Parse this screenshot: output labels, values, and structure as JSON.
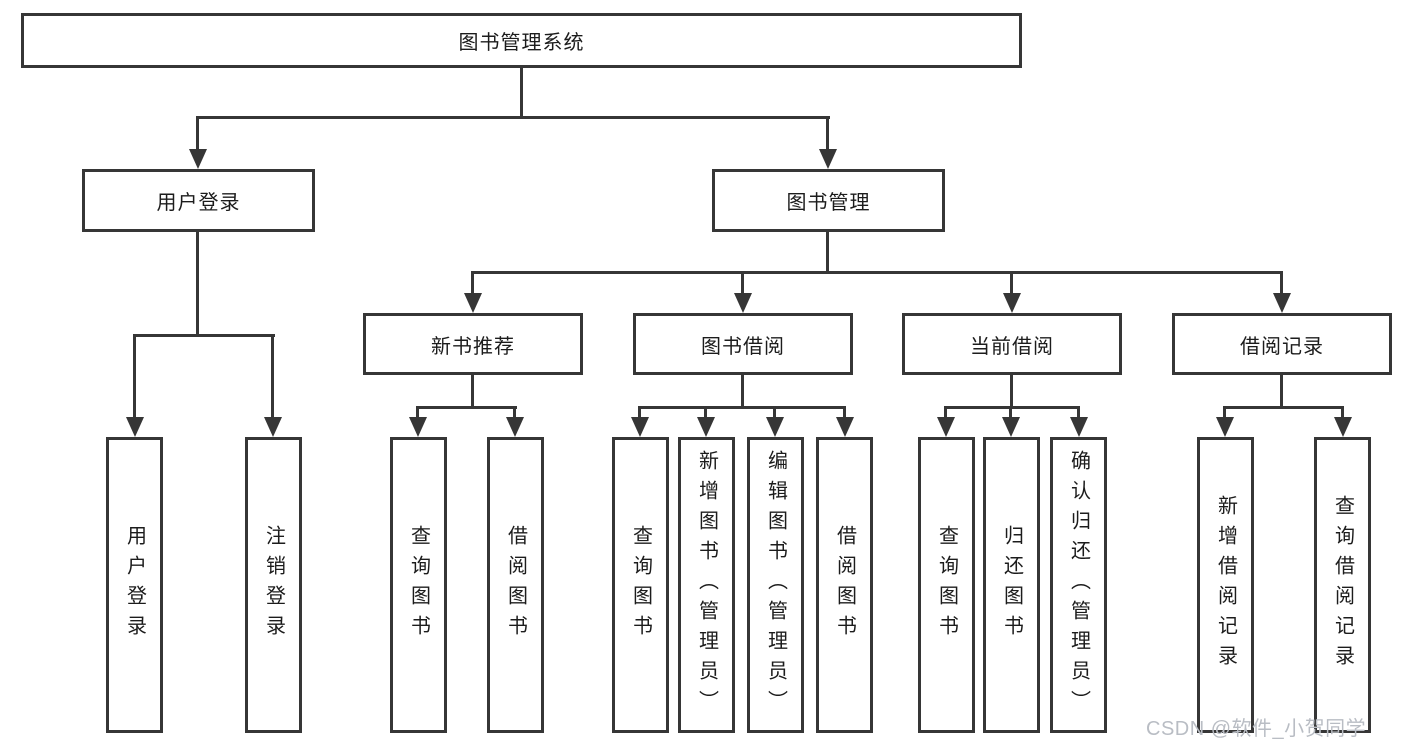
{
  "diagram": {
    "root": {
      "label": "图书管理系统"
    },
    "branches": {
      "user_login": {
        "label": "用户登录",
        "children": [
          "用户登录",
          "注销登录"
        ]
      },
      "book_management": {
        "label": "图书管理"
      }
    },
    "modules": [
      {
        "label": "新书推荐",
        "children": [
          "查询图书",
          "借阅图书"
        ]
      },
      {
        "label": "图书借阅",
        "children": [
          "查询图书",
          "新增图书（管理员）",
          "编辑图书（管理员）",
          "借阅图书"
        ]
      },
      {
        "label": "当前借阅",
        "children": [
          "查询图书",
          "归还图书",
          "确认归还（管理员）"
        ]
      },
      {
        "label": "借阅记录",
        "children": [
          "新增借阅记录",
          "查询借阅记录"
        ]
      }
    ]
  },
  "watermark": {
    "text": "CSDN @软件_小贺同学"
  },
  "colors": {
    "line": "#363636",
    "text": "#1c1c1c",
    "background": "#ffffff",
    "watermark": "#b9bdc4"
  }
}
